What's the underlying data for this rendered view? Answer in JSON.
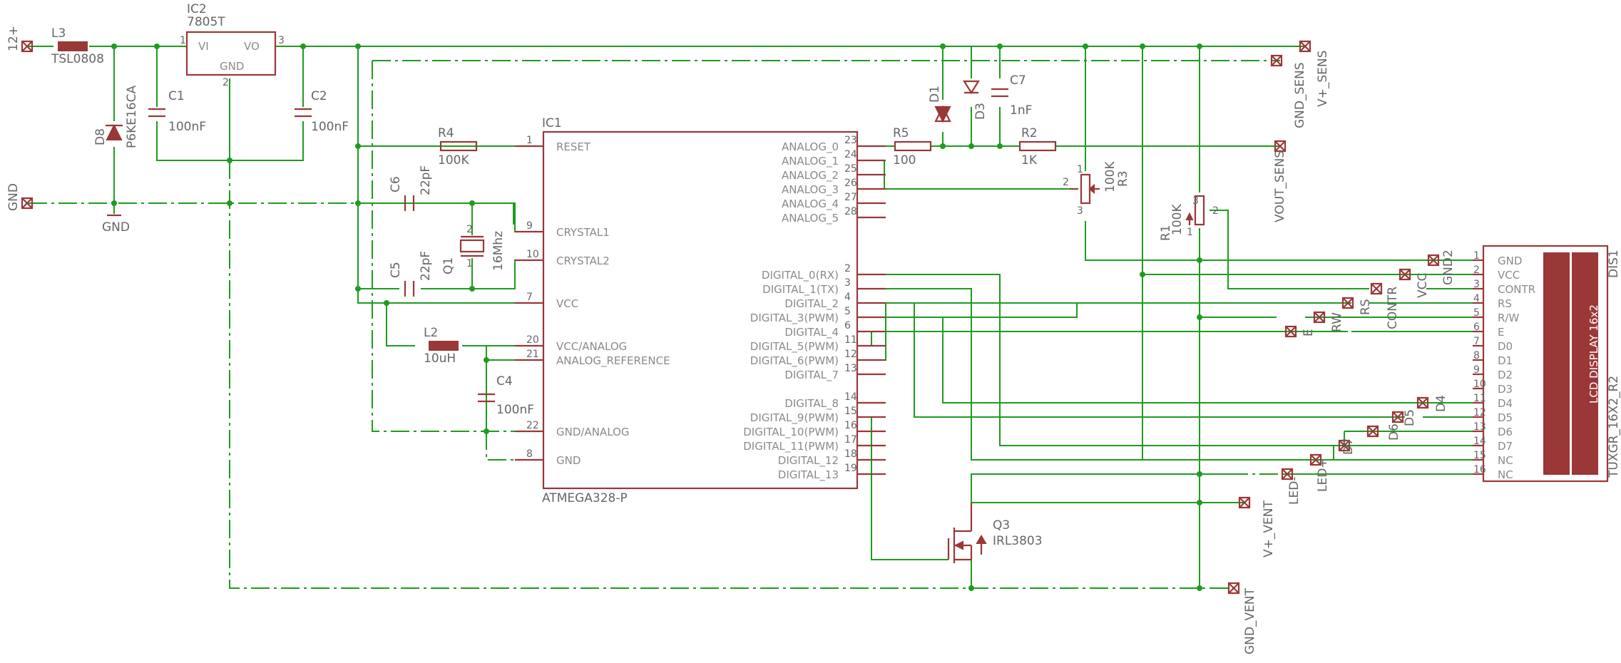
{
  "colors": {
    "wire": "#1e9c1e",
    "part": "#9a3737",
    "text": "#666666",
    "pin_text": "#8a8a8a"
  },
  "ic1": {
    "name": "IC1",
    "value": "ATMEGA328-P",
    "left_pins": [
      {
        "num": "1",
        "name": "RESET"
      },
      {
        "num": "9",
        "name": "CRYSTAL1"
      },
      {
        "num": "10",
        "name": "CRYSTAL2"
      },
      {
        "num": "7",
        "name": "VCC"
      },
      {
        "num": "20",
        "name": "VCC/ANALOG"
      },
      {
        "num": "21",
        "name": "ANALOG_REFERENCE"
      },
      {
        "num": "22",
        "name": "GND/ANALOG"
      },
      {
        "num": "8",
        "name": "GND"
      }
    ],
    "right_pins": [
      {
        "num": "23",
        "name": "ANALOG_0"
      },
      {
        "num": "24",
        "name": "ANALOG_1"
      },
      {
        "num": "25",
        "name": "ANALOG_2"
      },
      {
        "num": "26",
        "name": "ANALOG_3"
      },
      {
        "num": "27",
        "name": "ANALOG_4"
      },
      {
        "num": "28",
        "name": "ANALOG_5"
      },
      {
        "num": "2",
        "name": "DIGITAL_0(RX)"
      },
      {
        "num": "3",
        "name": "DIGITAL_1(TX)"
      },
      {
        "num": "4",
        "name": "DIGITAL_2"
      },
      {
        "num": "5",
        "name": "DIGITAL_3(PWM)"
      },
      {
        "num": "6",
        "name": "DIGITAL_4"
      },
      {
        "num": "11",
        "name": "DIGITAL_5(PWM)"
      },
      {
        "num": "12",
        "name": "DIGITAL_6(PWM)"
      },
      {
        "num": "13",
        "name": "DIGITAL_7"
      },
      {
        "num": "14",
        "name": "DIGITAL_8"
      },
      {
        "num": "15",
        "name": "DIGITAL_9(PWM)"
      },
      {
        "num": "16",
        "name": "DIGITAL_10(PWM)"
      },
      {
        "num": "17",
        "name": "DIGITAL_11(PWM)"
      },
      {
        "num": "18",
        "name": "DIGITAL_12"
      },
      {
        "num": "19",
        "name": "DIGITAL_13"
      }
    ]
  },
  "ic2": {
    "name": "IC2",
    "value": "7805T",
    "vi": "VI",
    "vo": "VO",
    "gnd": "GND",
    "pin1": "1",
    "pin2": "2",
    "pin3": "3"
  },
  "dis1": {
    "name": "DIS1",
    "value": "TUXGR_16X2_R2",
    "inner": "LCD DISPLAY 16x2",
    "pins": [
      {
        "num": "1",
        "name": "GND"
      },
      {
        "num": "2",
        "name": "VCC"
      },
      {
        "num": "3",
        "name": "CONTR"
      },
      {
        "num": "4",
        "name": "RS"
      },
      {
        "num": "5",
        "name": "R/W"
      },
      {
        "num": "6",
        "name": "E"
      },
      {
        "num": "7",
        "name": "D0"
      },
      {
        "num": "8",
        "name": "D1"
      },
      {
        "num": "9",
        "name": "D2"
      },
      {
        "num": "10",
        "name": "D3"
      },
      {
        "num": "11",
        "name": "D4"
      },
      {
        "num": "12",
        "name": "D5"
      },
      {
        "num": "13",
        "name": "D6"
      },
      {
        "num": "14",
        "name": "D7"
      },
      {
        "num": "15",
        "name": "NC"
      },
      {
        "num": "16",
        "name": "NC"
      }
    ]
  },
  "parts": {
    "l3": {
      "name": "L3",
      "value": "TSL0808"
    },
    "d8": {
      "name": "D8",
      "value": "P6KE16CA"
    },
    "c1": {
      "name": "C1",
      "value": "100nF"
    },
    "c2": {
      "name": "C2",
      "value": "100nF"
    },
    "r4": {
      "name": "R4",
      "value": "100K"
    },
    "c6": {
      "name": "C6",
      "value": "22pF"
    },
    "c5": {
      "name": "C5",
      "value": "22pF"
    },
    "q1": {
      "name": "Q1",
      "value": "16Mhz",
      "pin1": "1",
      "pin2": "2"
    },
    "l2": {
      "name": "L2",
      "value": "10uH"
    },
    "c4": {
      "name": "C4",
      "value": "100nF"
    },
    "d1": {
      "name": "D1"
    },
    "d3": {
      "name": "D3"
    },
    "c7": {
      "name": "C7",
      "value": "1nF"
    },
    "r5": {
      "name": "R5",
      "value": "100"
    },
    "r2": {
      "name": "R2",
      "value": "1K"
    },
    "r3": {
      "name": "R3",
      "value": "100K",
      "pin1": "1",
      "pin2": "2",
      "pin3": "3"
    },
    "r1": {
      "name": "R1",
      "value": "100K",
      "pin1": "1",
      "pin2": "2",
      "pin3": "3"
    },
    "q3": {
      "name": "Q3",
      "value": "IRL3803"
    }
  },
  "nets": {
    "v12": "12+",
    "gnd": "GND",
    "gnd_sym": "GND",
    "gnd_sens": "GND_SENS",
    "v_sens": "V+_SENS",
    "vout_sens": "VOUT_SENS",
    "gnd2": "GND2",
    "vcc": "VCC",
    "contr": "CONTR",
    "rs": "RS",
    "rw": "RW",
    "e": "E",
    "d4": "D4",
    "d5": "D5",
    "d6": "D6",
    "d7": "D7",
    "led_p": "LED+",
    "led_m": "LED-",
    "v_vent": "V+_VENT",
    "gnd_vent": "GND_VENT"
  }
}
